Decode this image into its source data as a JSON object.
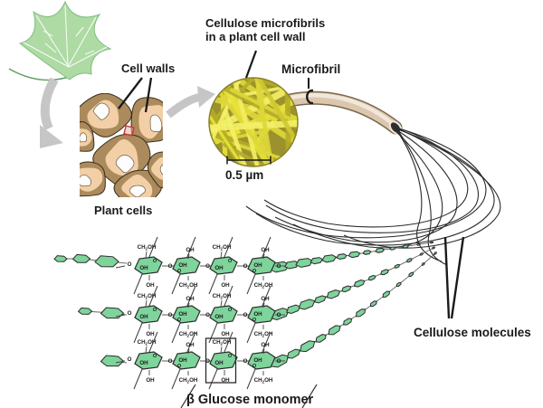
{
  "figure": {
    "title_line1": "Cellulose microfibrils",
    "title_line2": "in a plant cell wall",
    "labels": {
      "cell_walls": "Cell walls",
      "plant_cells": "Plant cells",
      "microfibril": "Microfibril",
      "scale_bar": "0.5 µm",
      "cellulose_molecules": "Cellulose molecules",
      "glucose_monomer": "β Glucose monomer"
    },
    "chem": {
      "ch2oh_parts": [
        "CH",
        "2",
        "OH"
      ],
      "oh": "OH",
      "ring_o": "O",
      "bridge_o": "O"
    },
    "structure": {
      "rows": 3,
      "hexagons_per_row": 4,
      "row_y": [
        293,
        347,
        398
      ],
      "hex_x": [
        164,
        206,
        247,
        289
      ]
    },
    "colors": {
      "hexagon_green": "#7ed49b",
      "hexagon_outline": "#2b2b2b",
      "cell_wall_brown": "#ab8a5c",
      "cell_inner_tan": "#f2cfa7",
      "lumen_white": "#fdfdfd",
      "fiber_olive_bg": "#9b922e",
      "fiber_palette": [
        "#cfc832",
        "#e8e23a",
        "#f2ee62",
        "#b5ad28",
        "#ded73a",
        "#f4f06a"
      ],
      "tube_tan": "#dcc7ae",
      "tube_outline": "#7a6850",
      "tube_highlight": "#f1e9dc",
      "arrow_gray": "#c6c6c6",
      "leaf_green": "#aedaa4",
      "leaf_edge": "#7fbf80",
      "stem_green": "#5f9f63",
      "vein_white": "#ffffff",
      "highlight_red": "#cc3333",
      "fiber_line": "#2b2b2b",
      "chain_link": "#666666"
    }
  }
}
